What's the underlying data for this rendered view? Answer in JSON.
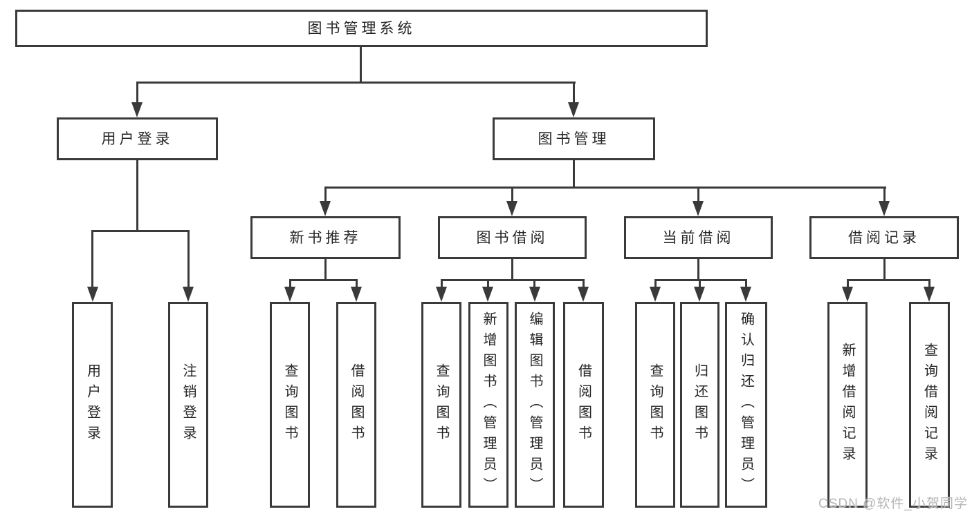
{
  "diagram": {
    "root": {
      "label": "图书管理系统"
    },
    "level2": [
      {
        "label": "用户登录"
      },
      {
        "label": "图书管理"
      }
    ],
    "level3": [
      {
        "label": "新书推荐"
      },
      {
        "label": "图书借阅"
      },
      {
        "label": "当前借阅"
      },
      {
        "label": "借阅记录"
      }
    ],
    "leaves": {
      "user_login": "用户登录",
      "logout": "注销登录",
      "nb_query": "查询图书",
      "nb_borrow": "借阅图书",
      "bb_query": "查询图书",
      "bb_add": "新增图书（管理员）",
      "bb_edit": "编辑图书（管理员）",
      "bb_borrow": "借阅图书",
      "cb_query": "查询图书",
      "cb_return": "归还图书",
      "cb_confirm": "确认归还（管理员）",
      "br_add": "新增借阅记录",
      "br_query": "查询借阅记录"
    },
    "watermark": "CSDN @软件_小贺同学",
    "colors": {
      "line": "#3a3a3a",
      "text": "#262626",
      "watermark": "#b5b5b5",
      "background": "#ffffff"
    }
  }
}
